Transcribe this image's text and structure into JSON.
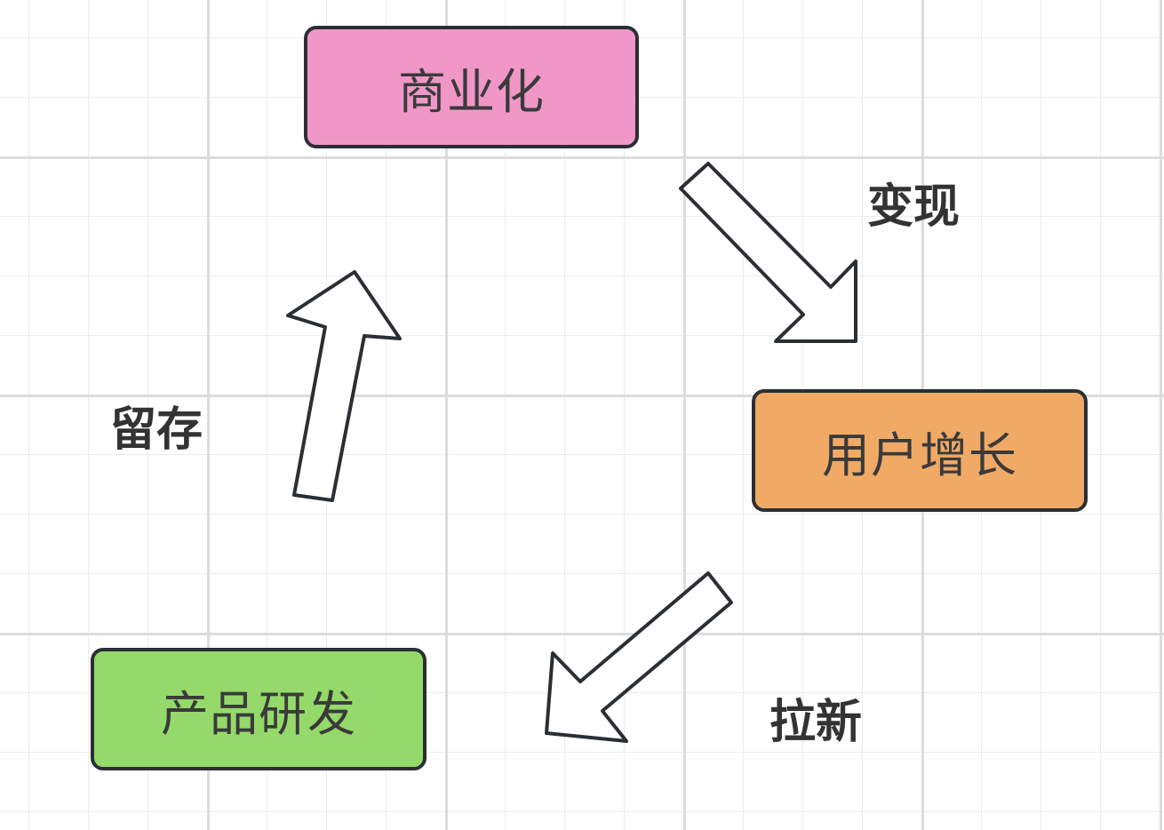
{
  "nodes": {
    "commercialization": {
      "label": "商业化",
      "color": "#f197c8"
    },
    "user_growth": {
      "label": "用户增长",
      "color": "#f0aa66"
    },
    "product_rd": {
      "label": "产品研发",
      "color": "#94d96a"
    }
  },
  "edges": {
    "monetize": {
      "label": "变现",
      "from": "商业化",
      "to": "用户增长"
    },
    "acquire": {
      "label": "拉新",
      "from": "用户增长",
      "to": "产品研发"
    },
    "retain": {
      "label": "留存",
      "from": "产品研发",
      "to": "商业化"
    }
  },
  "colors": {
    "stroke": "#2b2f33",
    "arrow_fill": "#ffffff",
    "text": "#333333"
  }
}
